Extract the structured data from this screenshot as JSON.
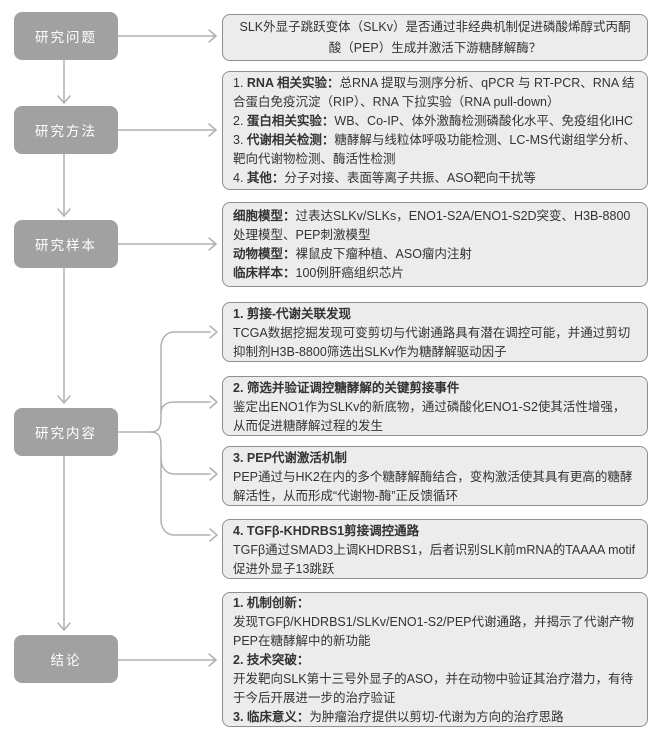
{
  "colors": {
    "stage_fill": "#a1a1a1",
    "stage_text": "#ffffff",
    "card_fill": "#ececec",
    "card_border": "#8f8f8f",
    "card_text": "#333333",
    "connector": "#b1b1b1"
  },
  "stages": {
    "question": {
      "label": "研究问题"
    },
    "methods": {
      "label": "研究方法"
    },
    "samples": {
      "label": "研究样本"
    },
    "content": {
      "label": "研究内容"
    },
    "conclusion": {
      "label": "结论"
    }
  },
  "question_card": {
    "text": "SLK外显子跳跃变体（SLKv）是否通过非经典机制促进磷酸烯醇式丙酮酸（PEP）生成并激活下游糖酵解酶？"
  },
  "methods_card": {
    "items": [
      {
        "num": "1. ",
        "label": "RNA 相关实验：",
        "text": "总RNA 提取与测序分析、qPCR 与 RT-PCR、RNA 结合蛋白免疫沉淀（RIP）、RNA 下拉实验（RNA pull-down）"
      },
      {
        "num": "2. ",
        "label": "蛋白相关实验：",
        "text": "WB、Co-IP、体外激酶检测磷酸化水平、免疫组化IHC"
      },
      {
        "num": "3. ",
        "label": "代谢相关检测：",
        "text": "糖酵解与线粒体呼吸功能检测、LC-MS代谢组学分析、靶向代谢物检测、酶活性检测"
      },
      {
        "num": "4. ",
        "label": "其他：",
        "text": "分子对接、表面等离子共振、ASO靶向干扰等"
      }
    ]
  },
  "samples_card": {
    "items": [
      {
        "label": "细胞模型：",
        "text": "过表达SLKv/SLKs，ENO1-S2A/ENO1-S2D突变、H3B-8800处理模型、PEP刺激模型"
      },
      {
        "label": "动物模型：",
        "text": "裸鼠皮下瘤种植、ASO瘤内注射"
      },
      {
        "label": "临床样本：",
        "text": "100例肝癌组织芯片"
      }
    ]
  },
  "content_cards": [
    {
      "title": "1. 剪接-代谢关联发现",
      "text": "TCGA数据挖掘发现可变剪切与代谢通路具有潜在调控可能，并通过剪切抑制剂H3B-8800筛选出SLKv作为糖酵解驱动因子"
    },
    {
      "title": "2. 筛选并验证调控糖酵解的关键剪接事件",
      "text": "鉴定出ENO1作为SLKv的新底物，通过磷酸化ENO1-S2使其活性增强，从而促进糖酵解过程的发生"
    },
    {
      "title": "3. PEP代谢激活机制",
      "text": "PEP通过与HK2在内的多个糖酵解酶结合，变构激活使其具有更高的糖酵解活性，从而形成“代谢物-酶”正反馈循环"
    },
    {
      "title": "4. TGFβ-KHDRBS1剪接调控通路",
      "text": "TGFβ通过SMAD3上调KHDRBS1，后者识别SLK前mRNA的TAAAA motif促进外显子13跳跃"
    }
  ],
  "conclusion_card": {
    "items": [
      {
        "label": "1. 机制创新：",
        "text": "发现TGFβ/KHDRBS1/SLKv/ENO1-S2/PEP代谢通路，并揭示了代谢产物PEP在糖酵解中的新功能"
      },
      {
        "label": "2. 技术突破：",
        "text": "开发靶向SLK第十三号外显子的ASO，并在动物中验证其治疗潜力，有待于今后开展进一步的治疗验证"
      },
      {
        "label": "3. 临床意义：",
        "text": "为肿瘤治疗提供以剪切-代谢为方向的治疗思路"
      }
    ]
  }
}
